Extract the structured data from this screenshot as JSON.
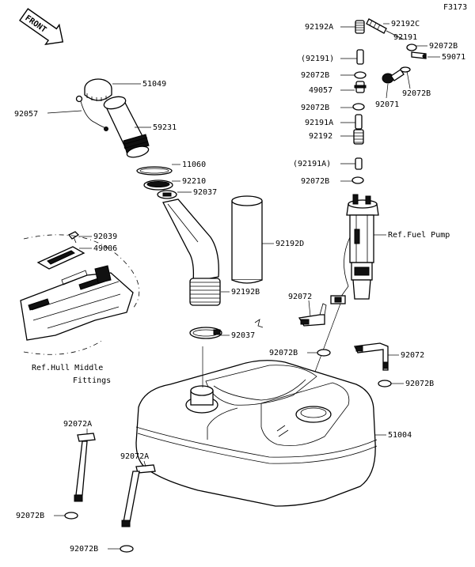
{
  "diagram": {
    "code": "F3173",
    "front_label": "FRONT",
    "labels": {
      "p51049": "51049",
      "p92057": "92057",
      "p59231": "59231",
      "p11060": "11060",
      "p92210": "92210",
      "p92037a": "92037",
      "p92039": "92039",
      "p49006": "49006",
      "p92192d": "92192D",
      "p92192b": "92192B",
      "p92037b": "92037",
      "hull_ref_1": "Ref.Hull Middle",
      "hull_ref_2": "Fittings",
      "p92072a_1": "92072A",
      "p92072a_2": "92072A",
      "p92072b_l1": "92072B",
      "p92072b_l2": "92072B",
      "p51004": "51004",
      "p92192a": "92192A",
      "p92192c": "92192C",
      "p92191_paren": "(92191)",
      "p92191": "92191",
      "p92072b_r1": "92072B",
      "p59071": "59071",
      "p92072b_r2": "92072B",
      "p49057": "49057",
      "p92072b_r3": "92072B",
      "p92071": "92071",
      "p92191a": "92191A",
      "p92192": "92192",
      "p92191a_paren": "(92191A)",
      "p92072b_r4": "92072B",
      "ref_fuel_pump": "Ref.Fuel Pump",
      "p92072_1": "92072",
      "p92072b_r5": "92072B",
      "p92072_2": "92072",
      "p92072b_r6": "92072B"
    }
  }
}
